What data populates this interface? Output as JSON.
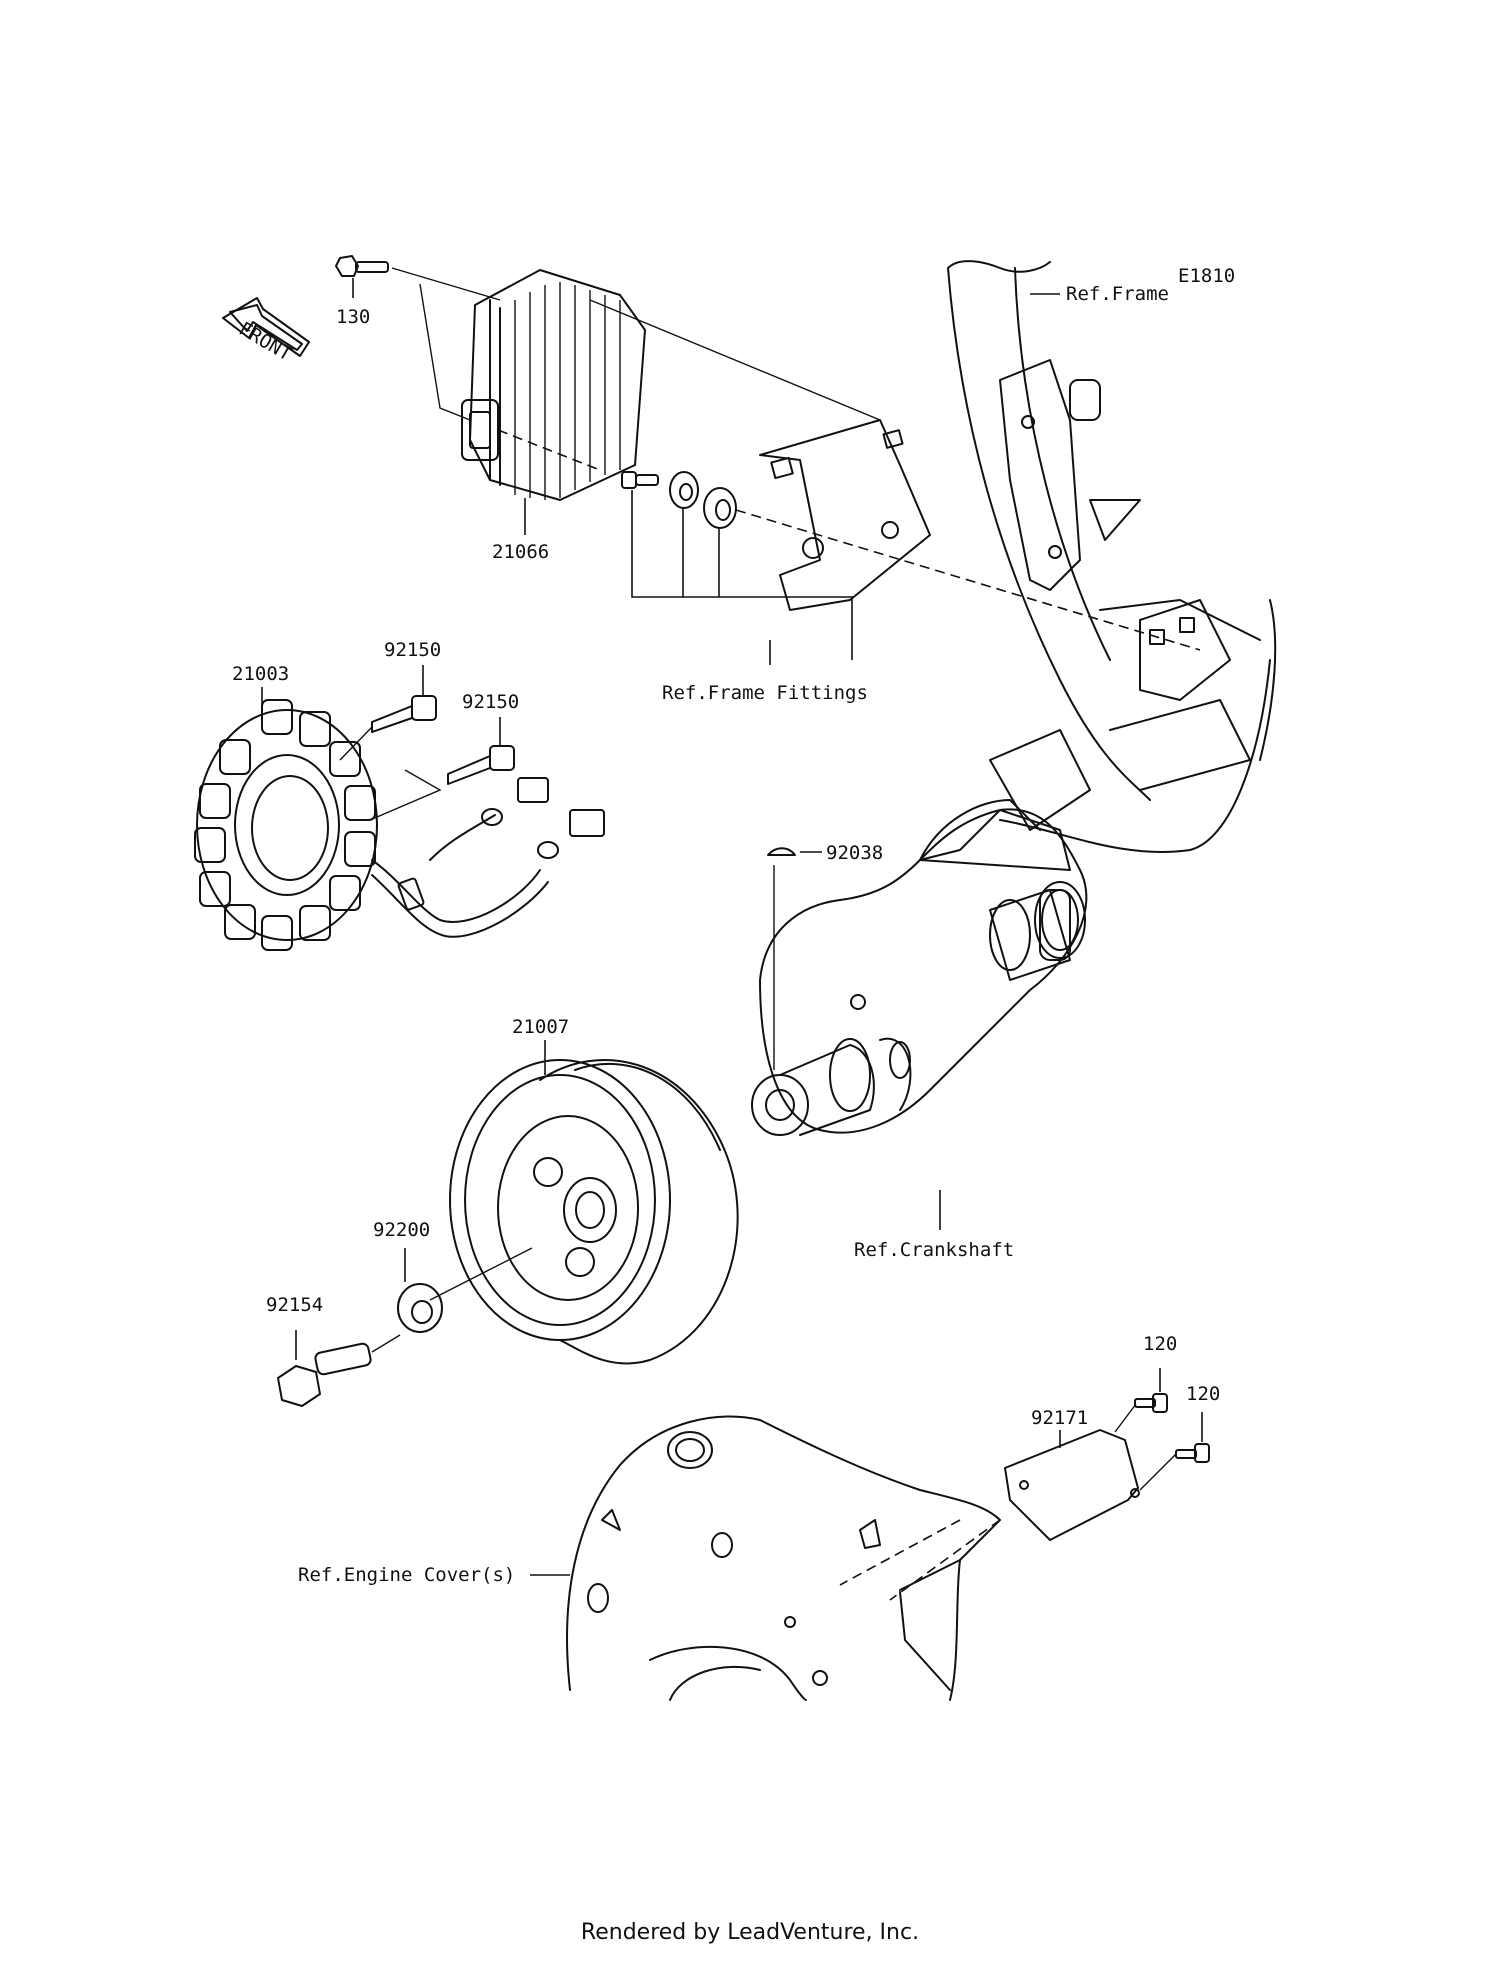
{
  "diagram_code": "E1810",
  "front_arrow": "FRONT",
  "part_labels": {
    "p130": "130",
    "p21066": "21066",
    "p21003": "21003",
    "p92150_a": "92150",
    "p92150_b": "92150",
    "p92038": "92038",
    "p21007": "21007",
    "p92200": "92200",
    "p92154": "92154",
    "p120_a": "120",
    "p120_b": "120",
    "p92171": "92171"
  },
  "reference_labels": {
    "frame": "Ref.Frame",
    "frame_fittings": "Ref.Frame Fittings",
    "crankshaft": "Ref.Crankshaft",
    "engine_cover": "Ref.Engine Cover(s)"
  },
  "footer": "Rendered by LeadVenture, Inc."
}
